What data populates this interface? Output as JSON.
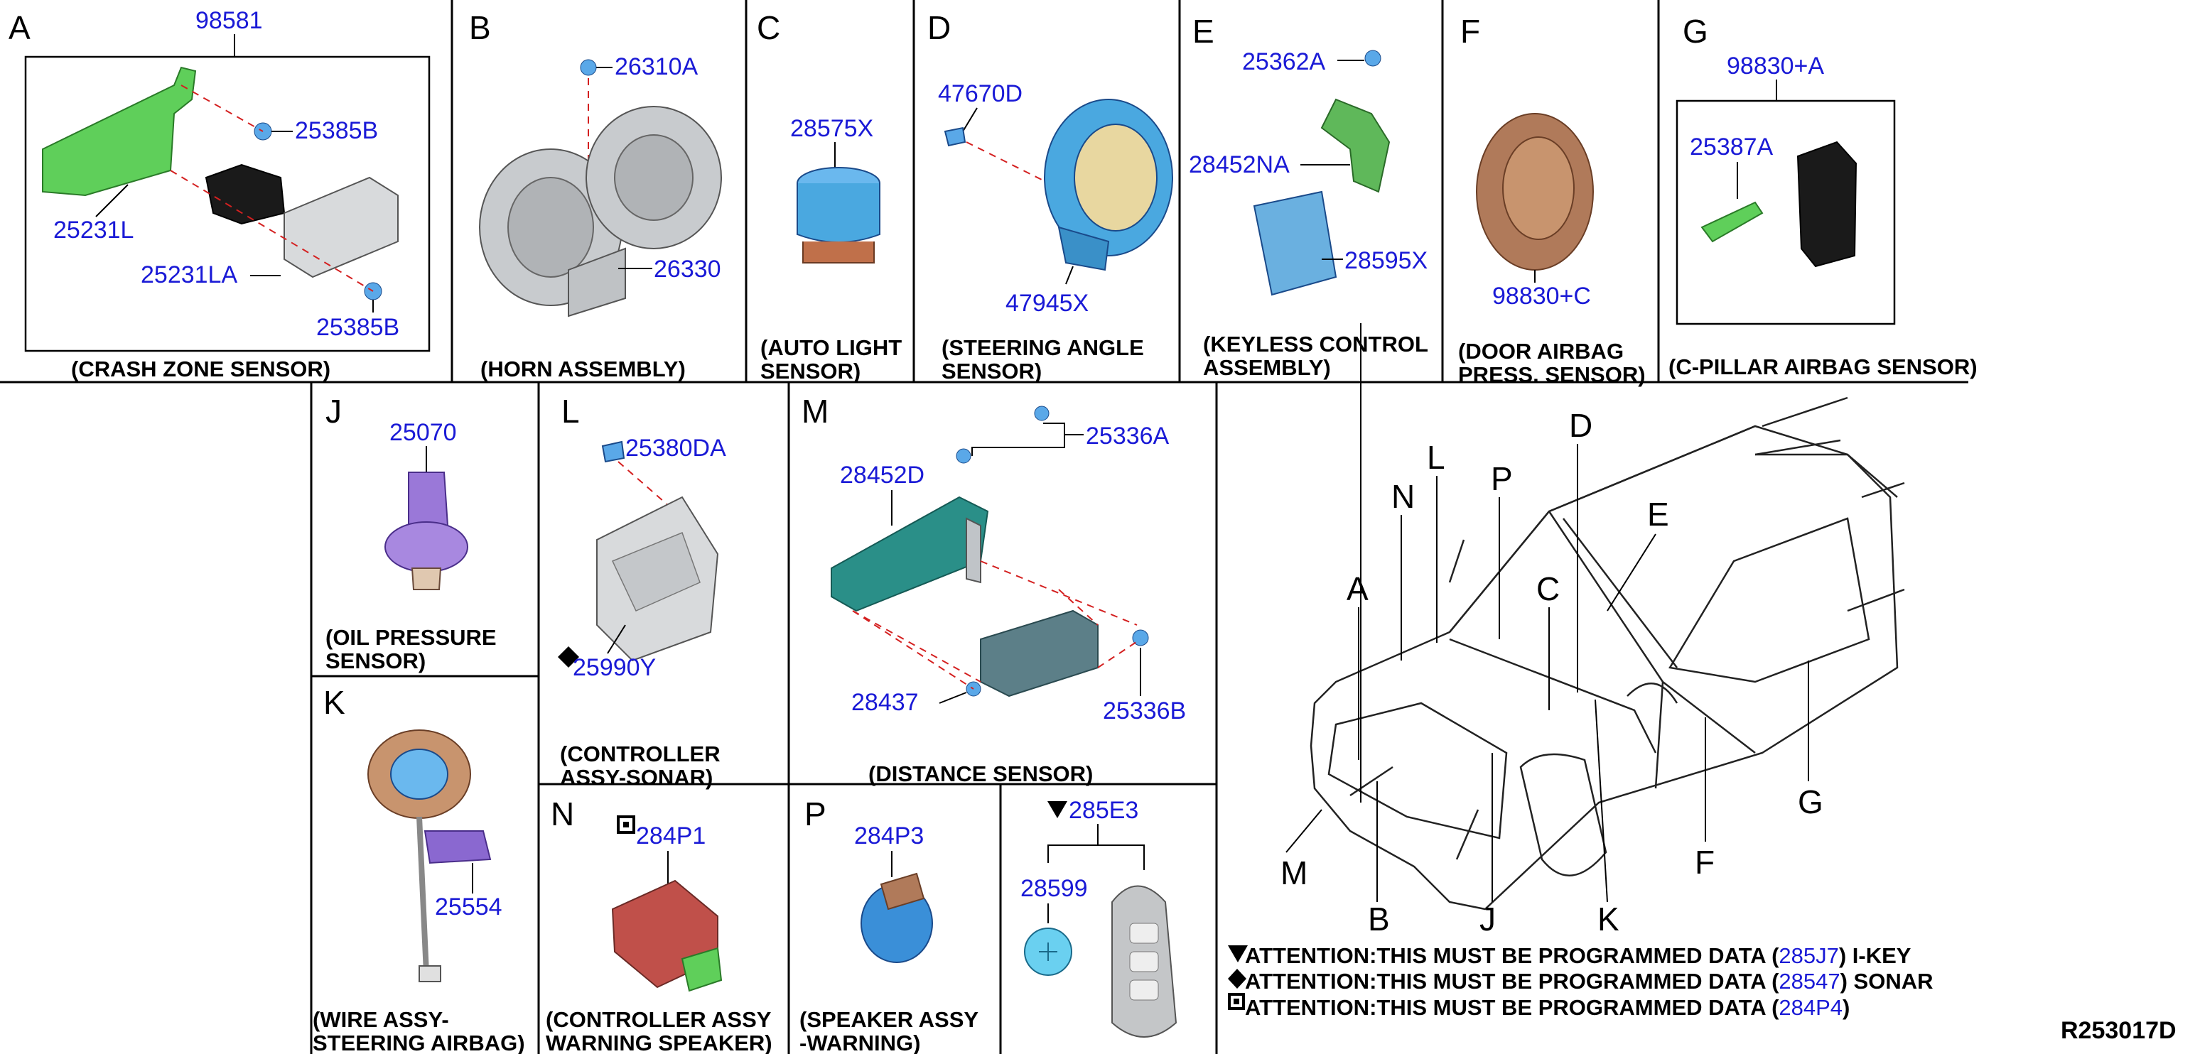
{
  "sections": {
    "A": {
      "letter": "A",
      "caption": "(CRASH ZONE SENSOR)",
      "parts": [
        "98581",
        "25385B",
        "25231L",
        "25231LA",
        "25385B"
      ]
    },
    "B": {
      "letter": "B",
      "caption": "(HORN ASSEMBLY)",
      "parts": [
        "26310A",
        "26330"
      ]
    },
    "C": {
      "letter": "C",
      "caption_lines": [
        "(AUTO LIGHT",
        "SENSOR)"
      ],
      "parts": [
        "28575X"
      ]
    },
    "D": {
      "letter": "D",
      "caption_lines": [
        "(STEERING ANGLE",
        "SENSOR)"
      ],
      "parts": [
        "47670D",
        "47945X"
      ]
    },
    "E": {
      "letter": "E",
      "caption_lines": [
        "(KEYLESS CONTROL",
        "ASSEMBLY)"
      ],
      "parts": [
        "25362A",
        "28452NA",
        "28595X"
      ]
    },
    "F": {
      "letter": "F",
      "caption_lines": [
        "(DOOR AIRBAG",
        "PRESS. SENSOR)"
      ],
      "parts": [
        "98830+C"
      ]
    },
    "G": {
      "letter": "G",
      "caption": "(C-PILLAR AIRBAG SENSOR)",
      "parts": [
        "98830+A",
        "25387A"
      ]
    },
    "J": {
      "letter": "J",
      "caption_lines": [
        "(OIL PRESSURE",
        "SENSOR)"
      ],
      "parts": [
        "25070"
      ]
    },
    "K": {
      "letter": "K",
      "caption_lines": [
        "(WIRE ASSY-",
        "STEERING AIRBAG)"
      ],
      "parts": [
        "25554"
      ]
    },
    "L": {
      "letter": "L",
      "caption_lines": [
        "(CONTROLLER",
        "ASSY-SONAR)"
      ],
      "parts": [
        "25380DA",
        "25990Y"
      ]
    },
    "M": {
      "letter": "M",
      "caption": "(DISTANCE SENSOR)",
      "parts": [
        "25336A",
        "28452D",
        "28437",
        "25336B"
      ]
    },
    "N": {
      "letter": "N",
      "caption_lines": [
        "(CONTROLLER ASSY",
        "WARNING SPEAKER)"
      ],
      "parts": [
        "284P1"
      ]
    },
    "P": {
      "letter": "P",
      "caption_lines": [
        "(SPEAKER ASSY",
        "-WARNING)"
      ],
      "parts": [
        "284P3"
      ]
    },
    "Q": {
      "parts": [
        "285E3",
        "28599"
      ]
    }
  },
  "vehicle_labels": [
    "A",
    "B",
    "C",
    "D",
    "E",
    "F",
    "G",
    "J",
    "K",
    "L",
    "M",
    "N",
    "P"
  ],
  "attention": [
    {
      "symbol": "triangle",
      "text": "ATTENTION:THIS MUST BE PROGRAMMED DATA (",
      "code": "285J7",
      "suffix": ") I-KEY"
    },
    {
      "symbol": "diamond",
      "text": "ATTENTION:THIS MUST BE PROGRAMMED DATA (",
      "code": "28547",
      "suffix": ") SONAR"
    },
    {
      "symbol": "square",
      "text": "ATTENTION:THIS MUST BE PROGRAMMED DATA (",
      "code": "284P4",
      "suffix": ")"
    }
  ],
  "diagram_ref": "R253017D",
  "colors": {
    "part_number": "#1a1ad6",
    "leader_dash": "#d42020",
    "bracket_green": "#5fcf5a",
    "sensor_blue": "#4aa8e0",
    "horn_gray": "#b8bcc0",
    "brown": "#b07a5a",
    "purple": "#9a78d8",
    "teal": "#3a8f8a",
    "red_module": "#c0504a"
  }
}
